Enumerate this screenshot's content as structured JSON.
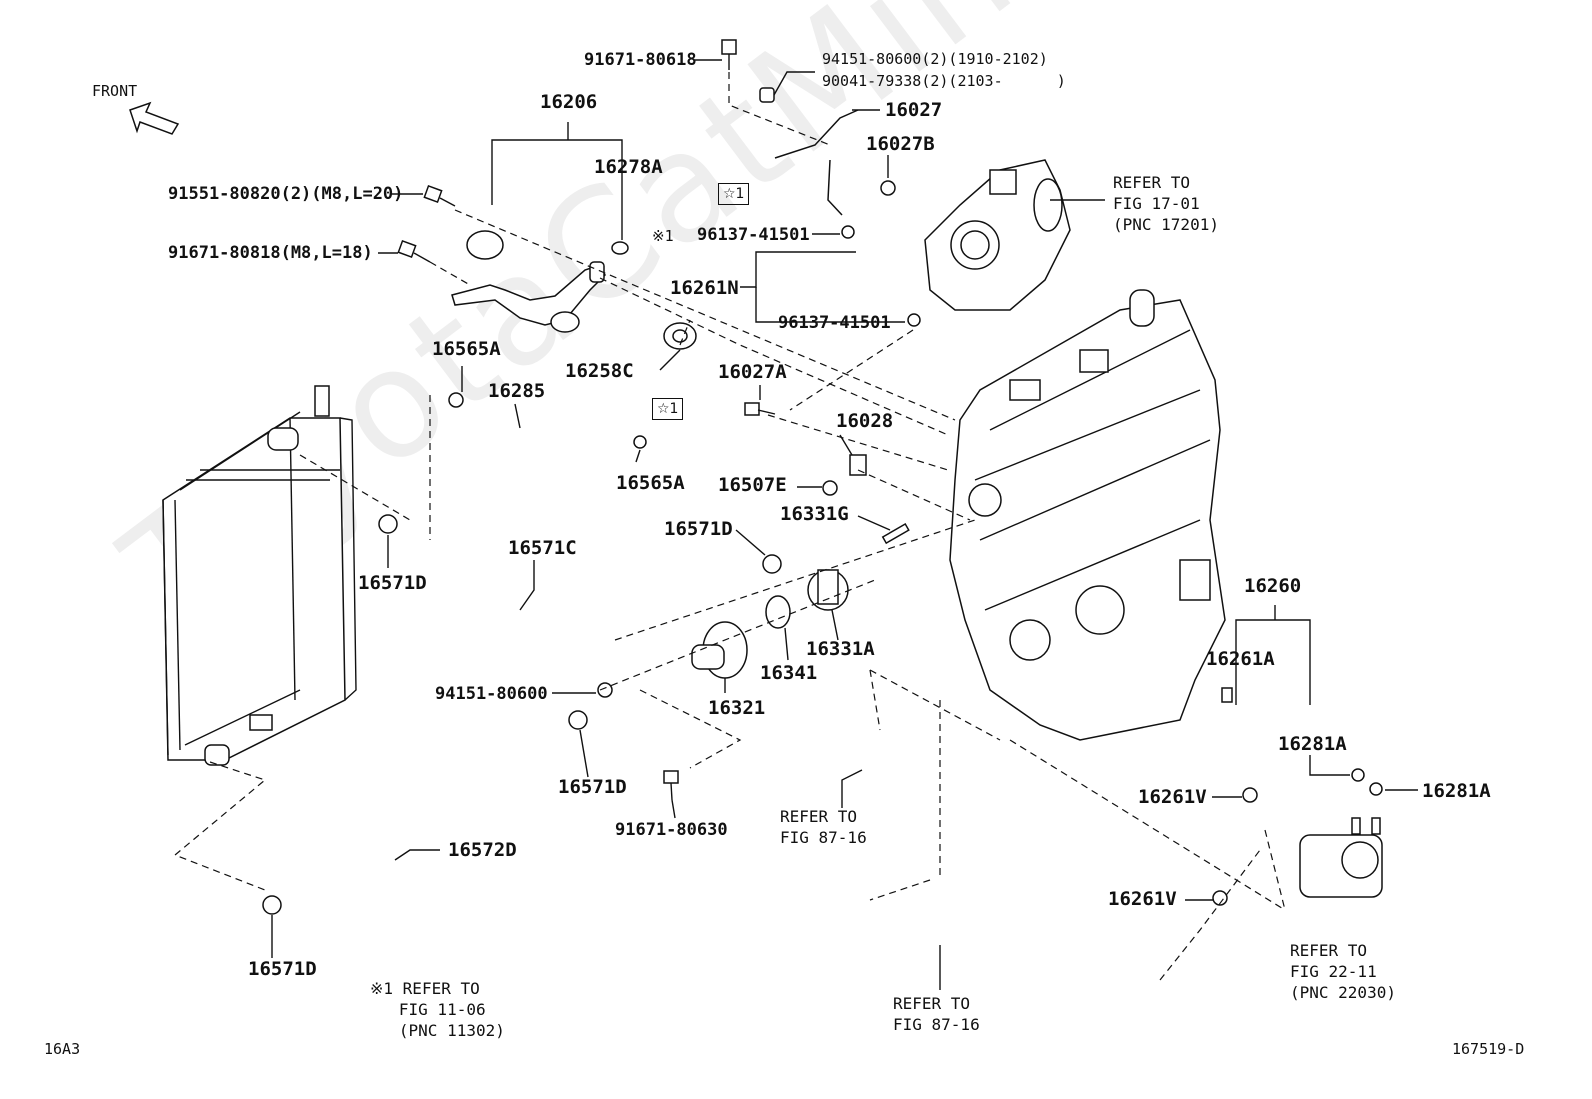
{
  "watermark": "ToyotaCatMine.ru",
  "front_label": "FRONT",
  "corner_left": "16A3",
  "corner_right": "167519-D",
  "labels": {
    "p91671_80618": "91671-80618",
    "p94151_80600_2": "94151-80600(2)(1910-2102)",
    "p90041_79338": "90041-79338(2)(2103-      )",
    "p16027": "16027",
    "p16027B": "16027B",
    "p16206": "16206",
    "p16278A": "16278A",
    "p91551": "91551-80820(2)(M8,L=20)",
    "p91671_80818": "91671-80818(M8,L=18)",
    "mark1": "※1",
    "star1_top": "☆1",
    "p96137_a": "96137-41501",
    "p16261N": "16261N",
    "p96137_b": "96137-41501",
    "p16258C": "16258C",
    "p16565A_top": "16565A",
    "p16285": "16285",
    "star1_mid": "☆1",
    "p16565A_bot": "16565A",
    "p16027A": "16027A",
    "p16028": "16028",
    "p16507E": "16507E",
    "p16331G": "16331G",
    "p16571D_a": "16571D",
    "p16571C": "16571C",
    "p16571D_b": "16571D",
    "p16341": "16341",
    "p16331A": "16331A",
    "p16321": "16321",
    "p94151_80600": "94151-80600",
    "p16571D_c": "16571D",
    "p91671_80630": "91671-80630",
    "p16572D": "16572D",
    "p16571D_d": "16571D",
    "p16260": "16260",
    "p16261A": "16261A",
    "p16281A_a": "16281A",
    "p16281A_b": "16281A",
    "p16261V_a": "16261V",
    "p16261V_b": "16261V"
  },
  "refs": {
    "fig17": "REFER TO\nFIG 17-01\n(PNC 17201)",
    "fig87_a": "REFER TO\nFIG 87-16",
    "fig87_b": "REFER TO\nFIG 87-16",
    "fig22": "REFER TO\nFIG 22-11\n(PNC 22030)",
    "fig11": "※1 REFER TO\n   FIG 11-06\n   (PNC 11302)"
  }
}
